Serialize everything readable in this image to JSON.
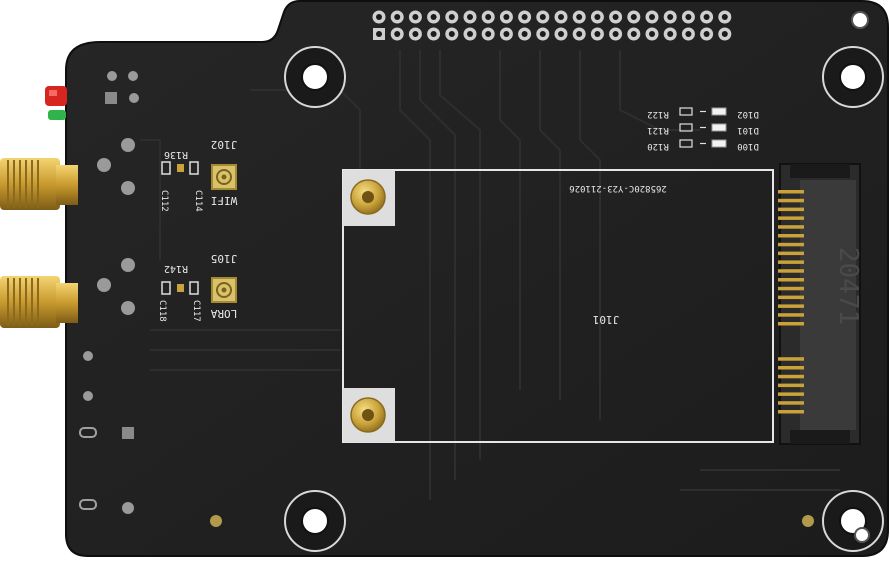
{
  "board": {
    "connector_label": "J101",
    "pcb_code": "265820C-Y23-211026",
    "socket_marking": "20471",
    "colors": {
      "pcb": "#232323",
      "pcb_dark": "#151515",
      "trace": "#2c2c2c",
      "silk": "#e8e8e8",
      "gold": "#c9a23a",
      "gold_light": "#f1d57a",
      "red_led": "#d7261f",
      "green_led": "#2fb34a"
    },
    "antennas": [
      {
        "connector": "J102",
        "name": "WIFI",
        "resistor": "R136",
        "caps": [
          "C112",
          "C114"
        ]
      },
      {
        "connector": "J105",
        "name": "LORA",
        "resistor": "R142",
        "caps": [
          "C118",
          "C117"
        ]
      }
    ],
    "leds": [
      {
        "diode": "D102",
        "resistor": "R122"
      },
      {
        "diode": "D101",
        "resistor": "R121"
      },
      {
        "diode": "D100",
        "resistor": "R120"
      }
    ]
  }
}
